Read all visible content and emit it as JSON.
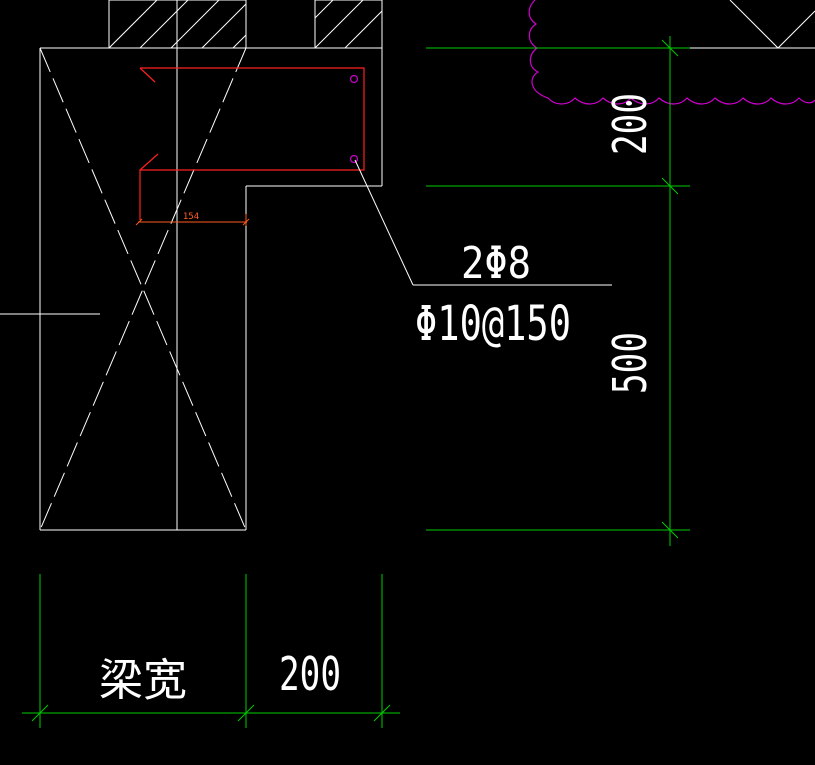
{
  "colors": {
    "background": "#000000",
    "outline": "#ffffff",
    "dimension": "#00cc00",
    "rebar": "#ff2020",
    "cloud": "#cc00cc",
    "inner_dimension": "#ff5a1f"
  },
  "dimensions": {
    "slab_thickness": "200",
    "beam_height": "500",
    "beam_width_label": "梁宽",
    "ledge_width": "200",
    "inner_length": "154"
  },
  "rebar": {
    "longitudinal": "2Φ8",
    "stirrup": "Φ10@150"
  }
}
